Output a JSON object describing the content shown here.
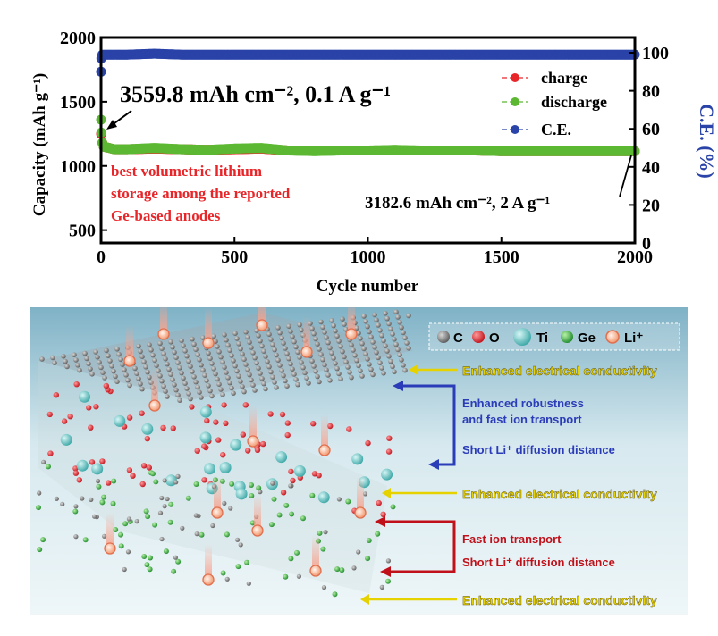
{
  "chart_data": {
    "type": "scatter",
    "x": [
      0,
      1,
      5,
      10,
      50,
      100,
      200,
      300,
      400,
      500,
      600,
      700,
      800,
      900,
      1000,
      1100,
      1200,
      1300,
      1400,
      1500,
      1600,
      1700,
      1800,
      1900,
      2000
    ],
    "series": [
      {
        "name": "charge",
        "axis": "left",
        "color": "#e8262a",
        "values": [
          1250,
          1250,
          1180,
          1150,
          1130,
          1130,
          1135,
          1130,
          1125,
          1130,
          1135,
          1120,
          1120,
          1120,
          1120,
          1120,
          1120,
          1120,
          1120,
          1115,
          1115,
          1115,
          1115,
          1115,
          1115
        ]
      },
      {
        "name": "discharge",
        "axis": "left",
        "color": "#5cb832",
        "values": [
          1360,
          1260,
          1180,
          1150,
          1130,
          1130,
          1140,
          1130,
          1125,
          1135,
          1140,
          1120,
          1115,
          1120,
          1120,
          1125,
          1120,
          1120,
          1120,
          1115,
          1115,
          1115,
          1115,
          1115,
          1115
        ]
      },
      {
        "name": "C.E.",
        "axis": "right",
        "color": "#2a43a8",
        "values": [
          90,
          97,
          99,
          99,
          99,
          99,
          99.5,
          99,
          99,
          99,
          99,
          99,
          99,
          99,
          99,
          99,
          99,
          99,
          99,
          99,
          99,
          99,
          99,
          99,
          99
        ]
      }
    ],
    "xlabel": "Cycle number",
    "ylabel": "Capacity (mAh g⁻¹)",
    "y2label": "C.E. (%)",
    "xlim": [
      0,
      2000
    ],
    "ylim": [
      400,
      2000
    ],
    "y2lim": [
      0,
      108
    ],
    "xticks": [
      "0",
      "500",
      "1000",
      "1500",
      "2000"
    ],
    "xtick_values": [
      0,
      500,
      1000,
      1500,
      2000
    ],
    "yticks": [
      "500",
      "1000",
      "1500",
      "2000"
    ],
    "ytick_values": [
      500,
      1000,
      1500,
      2000
    ],
    "y2ticks": [
      "0",
      "20",
      "40",
      "60",
      "80",
      "100"
    ],
    "y2tick_values": [
      0,
      20,
      40,
      60,
      80,
      100
    ],
    "legend": [
      "charge",
      "discharge",
      "C.E."
    ],
    "legend_position": "upper-right",
    "annotations": {
      "top_callout": "3559.8 mAh cm⁻², 0.1 A g⁻¹",
      "red_note_1": "best volumetric lithium",
      "red_note_2": "storage among the reported",
      "red_note_3": "Ge-based anodes",
      "right_callout": "3182.6 mAh cm⁻², 2 A g⁻¹"
    },
    "grid": false
  },
  "schematic": {
    "legend": {
      "c": "C",
      "o": "O",
      "ti": "Ti",
      "ge": "Ge",
      "li": "Li⁺"
    },
    "labels": {
      "conductivity_top": "Enhanced electrical conductivity",
      "robust_1": "Enhanced robustness",
      "robust_2": "and fast ion transport",
      "short_diff_1": "Short Li⁺ diffusion distance",
      "conductivity_mid": "Enhanced electrical conductivity",
      "fast_ion": "Fast ion transport",
      "short_diff_2": "Short Li⁺ diffusion distance",
      "conductivity_bottom": "Enhanced electrical conductivity"
    },
    "colors": {
      "carbon": "#8a8a8a",
      "oxygen": "#e0252a",
      "titanium": "#5fc6c6",
      "germanium": "#3cb04a",
      "lithium": "#f7b39a",
      "yellow_label": "#e6d200",
      "blue_label": "#2b3cb8",
      "red_label": "#c0111b"
    }
  }
}
